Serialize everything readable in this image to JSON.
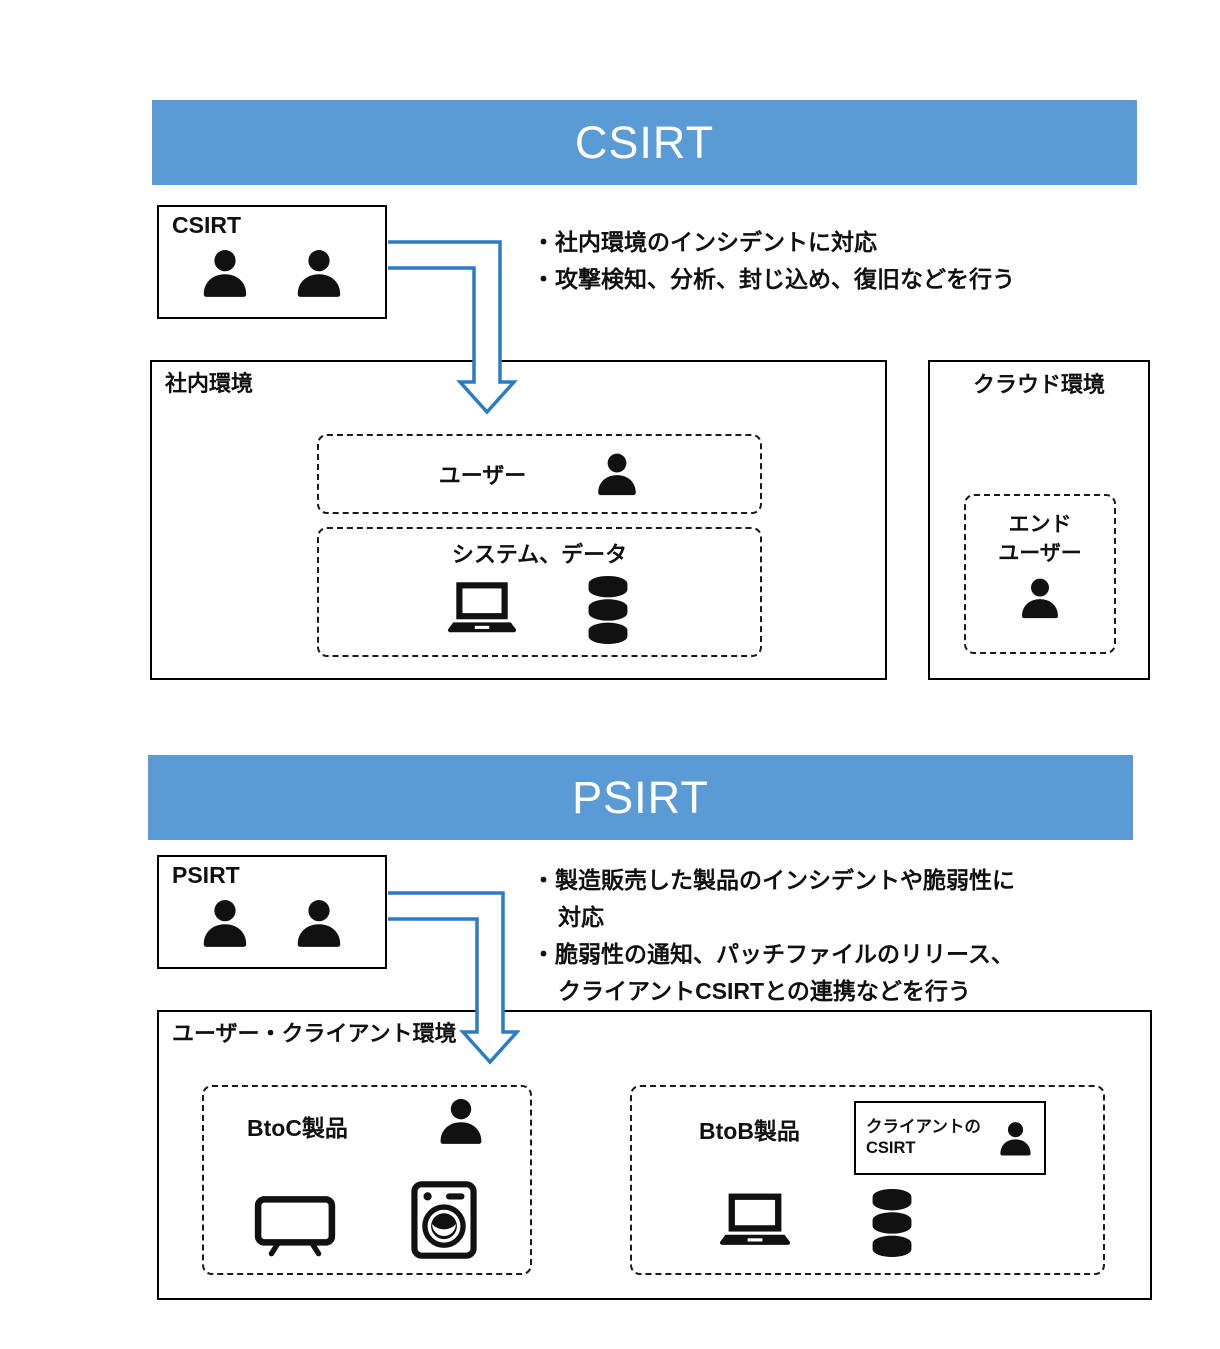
{
  "colors": {
    "banner_blue": "#5b9bd5",
    "arrow_blue": "#2a7cc7",
    "ink": "#111111"
  },
  "icons": {
    "person": "person-silhouette",
    "laptop": "laptop",
    "database": "database-cylinder-stack",
    "tv": "television",
    "washing_machine": "washing-machine",
    "flow_arrow": "hollow-elbow-arrow-down"
  },
  "csirt": {
    "banner_title": "CSIRT",
    "team_box_label": "CSIRT",
    "bullets": [
      "・社内環境のインシデントに対応",
      "・攻撃検知、分析、封じ込め、復旧などを行う"
    ],
    "internal_env": {
      "label": "社内環境",
      "user_zone_label": "ユーザー",
      "system_zone_label": "システム、データ"
    },
    "cloud_env": {
      "label": "クラウド環境",
      "end_user_line1": "エンド",
      "end_user_line2": "ユーザー"
    }
  },
  "psirt": {
    "banner_title": "PSIRT",
    "team_box_label": "PSIRT",
    "bullets": [
      "・製造販売した製品のインシデントや脆弱性に",
      "対応",
      "・脆弱性の通知、パッチファイルのリリース、",
      "クライアントCSIRTとの連携などを行う"
    ],
    "client_env": {
      "label": "ユーザー・クライアント環境",
      "btoc_zone_label": "BtoC製品",
      "btob_zone_label": "BtoB製品",
      "client_csirt_line1": "クライアントの",
      "client_csirt_line2": "CSIRT"
    }
  }
}
